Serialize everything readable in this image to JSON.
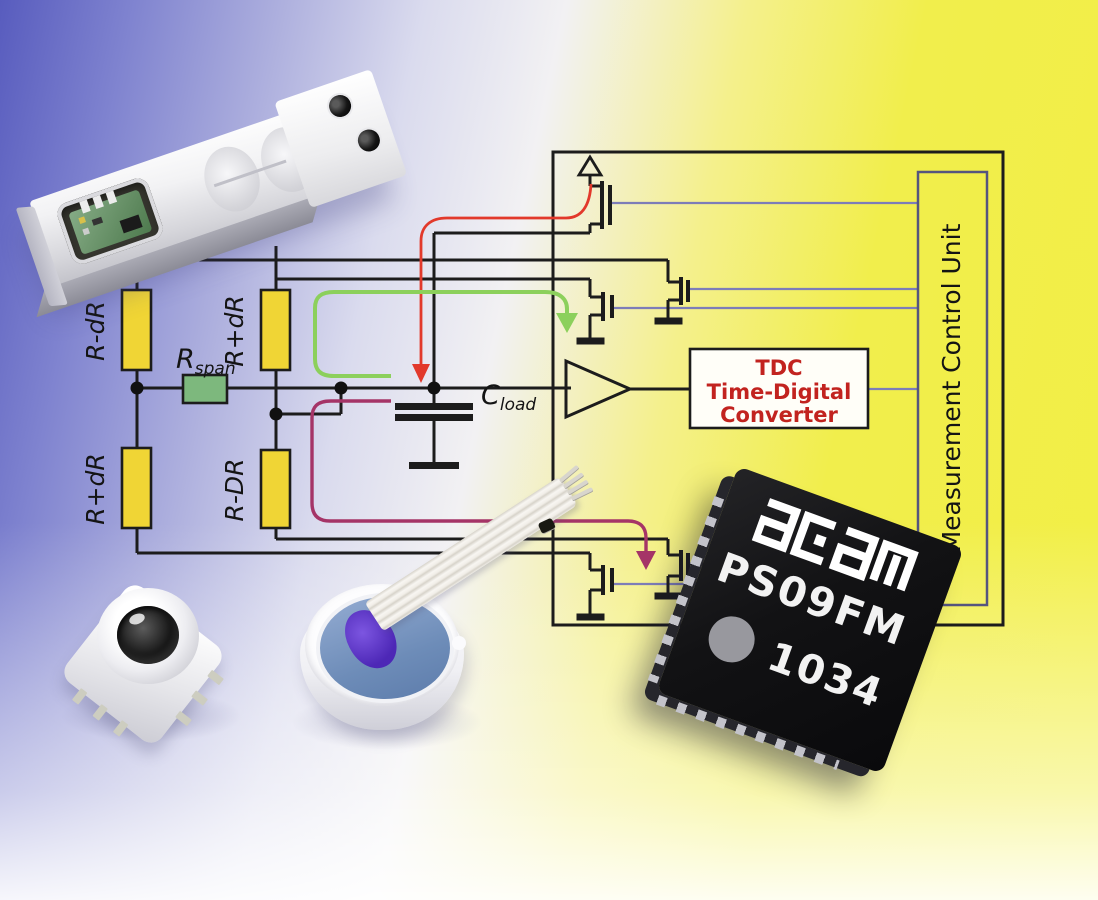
{
  "schematic": {
    "resistors": {
      "top_left": "R-dR",
      "top_right": "R+dR",
      "bottom_left": "R+dR",
      "bottom_right": "R-DR"
    },
    "span_resistor": {
      "base": "R",
      "sub": "span"
    },
    "load_capacitor": {
      "base": "C",
      "sub": "load"
    },
    "tdc_box": {
      "line1": "TDC",
      "line2": "Time-Digital",
      "line3": "Converter"
    },
    "mcu_box": {
      "label": "Measurement Control Unit"
    },
    "colors": {
      "wire": "#1c1c1c",
      "control_bus": "#7d7db8",
      "resistor_fill": "#f0d535",
      "span_resistor_fill": "#7db87d",
      "charge_arrow_red": "#e2392b",
      "discharge_arrow_green": "#8cd05c",
      "compare_arrow_magenta": "#a53467",
      "tdc_text": "#c2231f"
    }
  },
  "chip": {
    "brand": "acam",
    "part": "PS09FM",
    "lot": "1034"
  }
}
